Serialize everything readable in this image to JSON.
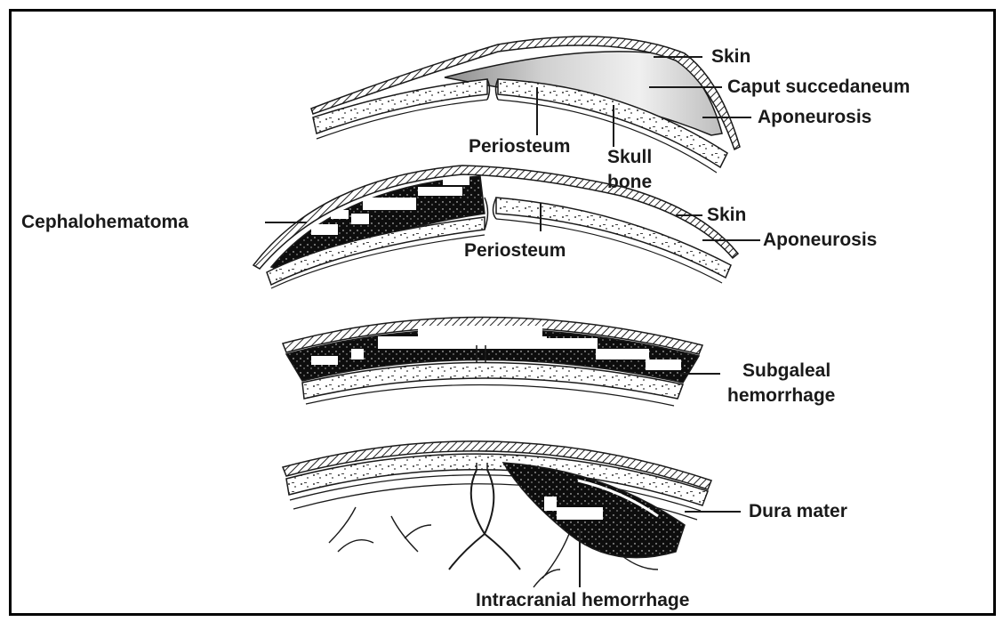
{
  "panels": [
    {
      "name": "caput-succedaneum",
      "labels": {
        "skin": "Skin",
        "caput": "Caput succedaneum",
        "aponeurosis": "Aponeurosis",
        "periosteum": "Periosteum",
        "skull_line1": "Skull",
        "skull_line2": "bone"
      }
    },
    {
      "name": "cephalohematoma",
      "labels": {
        "cephalohematoma": "Cephalohematoma",
        "skin": "Skin",
        "aponeurosis": "Aponeurosis",
        "periosteum": "Periosteum"
      }
    },
    {
      "name": "subgaleal-hemorrhage",
      "labels": {
        "line1": "Subgaleal",
        "line2": "hemorrhage"
      }
    },
    {
      "name": "intracranial-hemorrhage",
      "labels": {
        "dura": "Dura mater",
        "intracranial": "Intracranial hemorrhage"
      }
    }
  ],
  "colors": {
    "ink": "#1a1a1a",
    "fluid": "#d9d9d9",
    "blood": "#0d0d0d"
  }
}
